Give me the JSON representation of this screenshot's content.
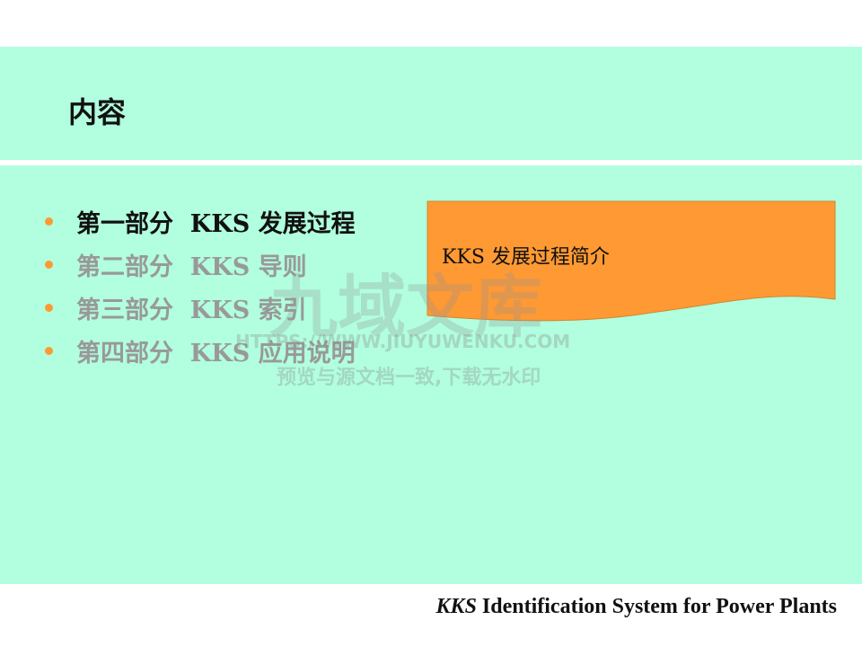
{
  "title": "内容",
  "items": [
    {
      "label": "第一部分  KKS 发展过程",
      "active": true
    },
    {
      "label": "第二部分  KKS 导则",
      "active": false
    },
    {
      "label": "第三部分  KKS 索引",
      "active": false
    },
    {
      "label": "第四部分  KKS 应用说明",
      "active": false
    }
  ],
  "callout": {
    "text": "KKS 发展过程简介",
    "color": "#ff9933"
  },
  "watermark": {
    "name": "九域文库",
    "url": "HTTPS://WWW.JIUYUWENKU.COM",
    "note": "预览与源文档一致,下载无水印"
  },
  "footer": {
    "italic": "KKS",
    "rest": " Identification System for Power Plants"
  }
}
